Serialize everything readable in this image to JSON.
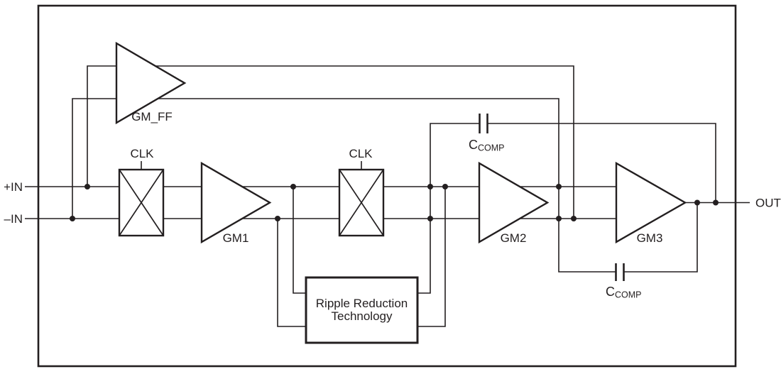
{
  "diagram": {
    "labels": {
      "in_plus": "+IN",
      "in_minus": "–IN",
      "out": "OUT",
      "gm_ff": "GM_FF",
      "gm1": "GM1",
      "gm2": "GM2",
      "gm3": "GM3",
      "clk1": "CLK",
      "clk2": "CLK",
      "ccomp_top_main": "C",
      "ccomp_top_sub": "COMP",
      "ccomp_bottom_main": "C",
      "ccomp_bottom_sub": "COMP",
      "ripple_line1": "Ripple Reduction",
      "ripple_line2": "Technology"
    },
    "colors": {
      "line": "#231f20",
      "background": "#ffffff"
    }
  }
}
